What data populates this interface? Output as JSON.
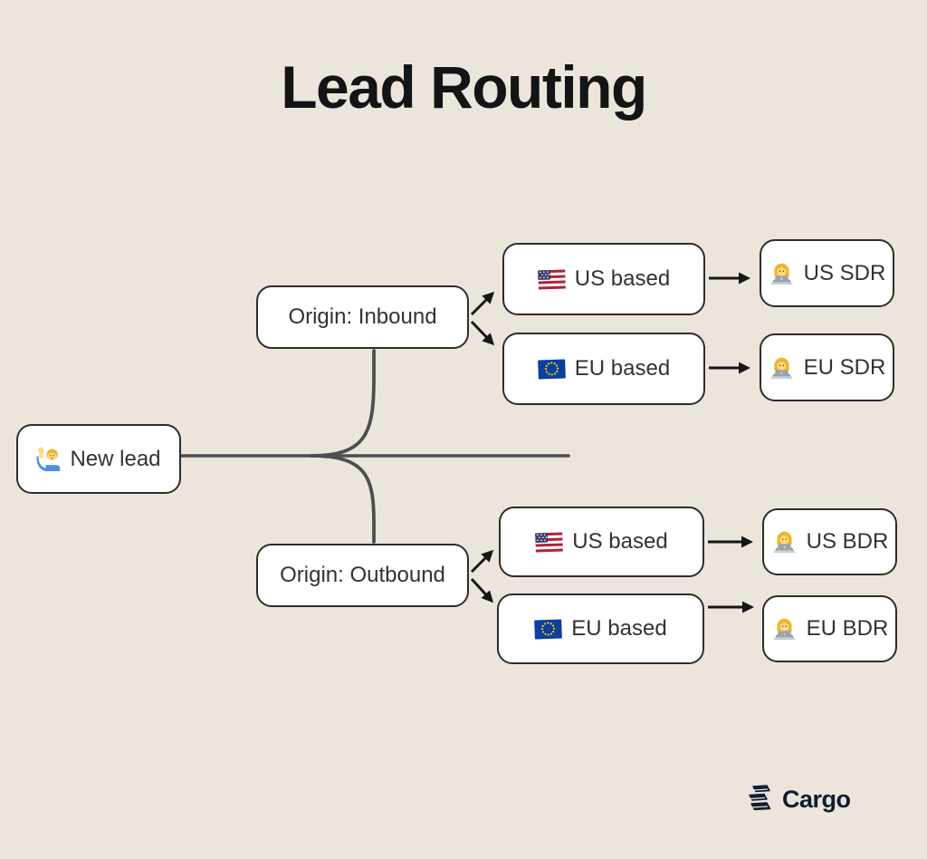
{
  "title": "Lead Routing",
  "colors": {
    "background": "#ece5dc",
    "node_background": "#ffffff",
    "node_border": "#2d2d2d",
    "node_text": "#35322e",
    "connector": "#4e4e4e",
    "arrow": "#161616",
    "brand": "#0f1e2e"
  },
  "nodes": {
    "new_lead": {
      "label": "New lead",
      "icon": "raising-hand-icon"
    },
    "origin_inbound": {
      "label": "Origin: Inbound"
    },
    "inbound_us": {
      "label": "US based",
      "icon": "us-flag-icon"
    },
    "inbound_eu": {
      "label": "EU based",
      "icon": "eu-flag-icon"
    },
    "us_sdr": {
      "label": "US SDR",
      "icon": "technologist-icon"
    },
    "eu_sdr": {
      "label": "EU SDR",
      "icon": "technologist-icon"
    },
    "origin_outbound": {
      "label": "Origin: Outbound"
    },
    "outbound_us": {
      "label": "US based",
      "icon": "us-flag-icon"
    },
    "outbound_eu": {
      "label": "EU based",
      "icon": "eu-flag-icon"
    },
    "us_bdr": {
      "label": "US BDR",
      "icon": "technologist-icon"
    },
    "eu_bdr": {
      "label": "EU BDR",
      "icon": "technologist-icon"
    }
  },
  "footer": {
    "brand": "Cargo",
    "logo": "cargo-logo-icon"
  }
}
